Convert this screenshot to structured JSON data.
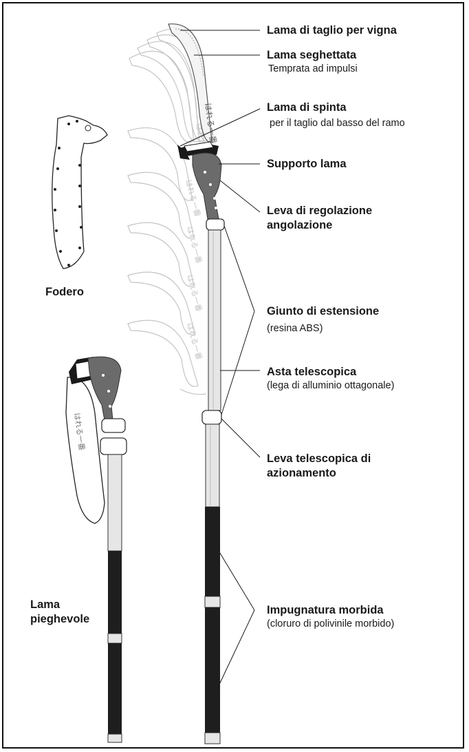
{
  "colors": {
    "line": "#1a1a1a",
    "pole_light": "#e6e6e6",
    "pole_dark": "#1e1e1e",
    "metal": "#6b6b6b",
    "blade_ghost": "#bfbfbf"
  },
  "labels": {
    "lama_vigna": {
      "title": "Lama di taglio per vigna"
    },
    "lama_seghettata": {
      "title": "Lama seghettata",
      "sub": "Temprata ad impulsi"
    },
    "lama_spinta": {
      "title": "Lama di spinta",
      "sub": "per il taglio dal basso del ramo"
    },
    "supporto": {
      "title": "Supporto lama"
    },
    "leva_regolazione": {
      "title1": "Leva di regolazione",
      "title2": "angolazione"
    },
    "giunto": {
      "title": "Giunto di estensione",
      "sub": "(resina ABS)"
    },
    "asta": {
      "title": "Asta telescopica",
      "sub": "(lega di alluminio ottagonale)"
    },
    "leva_telescopica": {
      "title1": "Leva telescopica di",
      "title2": "azionamento"
    },
    "impugnatura": {
      "title": "Impugnatura morbida",
      "sub": "(cloruro di polivinile morbido)"
    },
    "fodero": {
      "title": "Fodero"
    },
    "lama_pieghevole": {
      "title1": "Lama",
      "title2": "pieghevole"
    }
  },
  "icons": [
    "scabbard-icon",
    "saw-blade-icon",
    "folded-saw-icon"
  ]
}
